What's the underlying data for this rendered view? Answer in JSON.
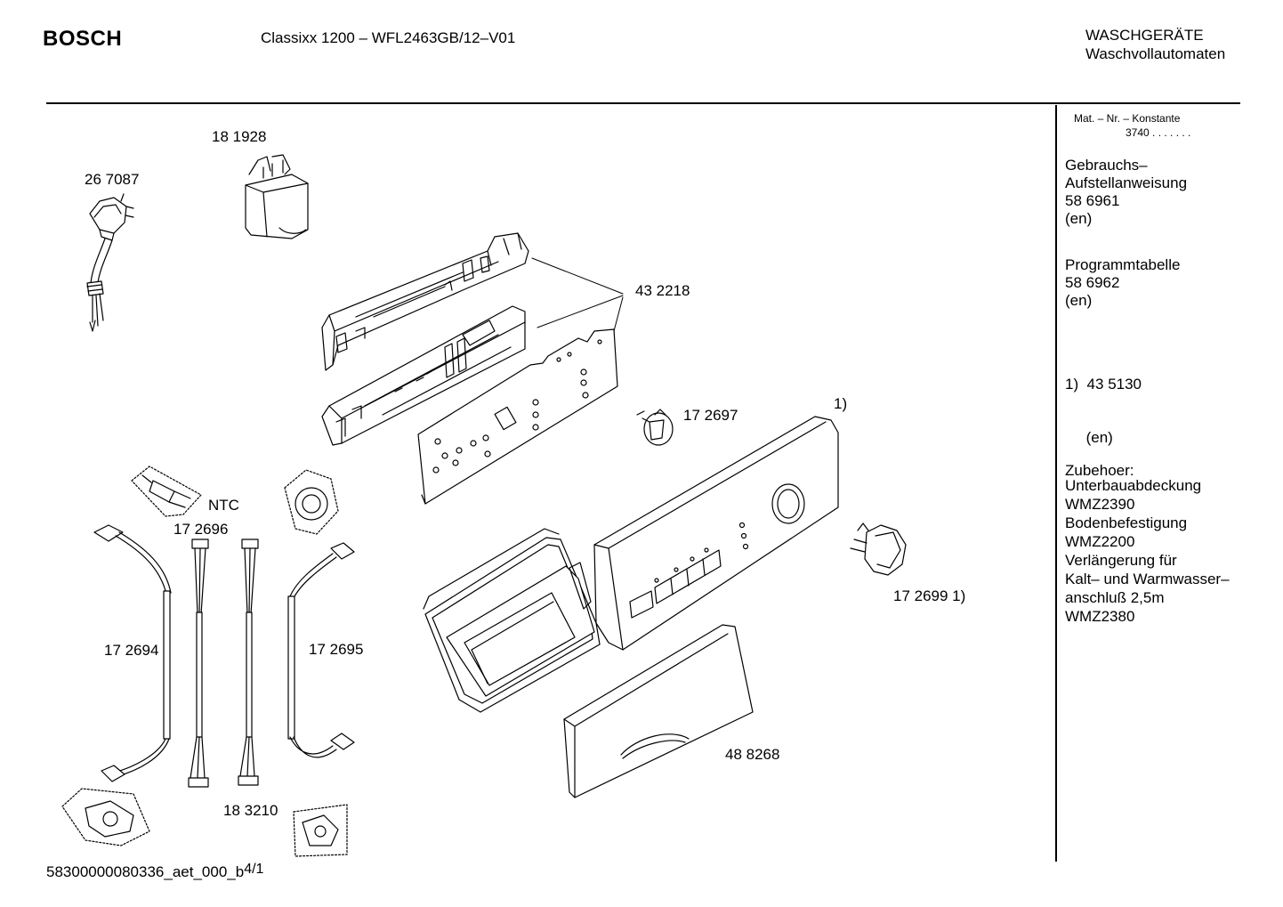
{
  "header": {
    "brand": "BOSCH",
    "model": "Classixx 1200 – WFL2463GB/12–V01",
    "category_line1": "WASCHGERÄTE",
    "category_line2": "Waschvollautomaten"
  },
  "sidebar": {
    "mat_label": "Mat. – Nr. – Konstante",
    "mat_value": "3740 . . . . . . .",
    "blocks": [
      {
        "lines": [
          "Gebrauchs–",
          "Aufstellanweisung",
          "58 6961",
          "(en)"
        ]
      },
      {
        "lines": [
          "Programmtabelle",
          "58 6962",
          "(en)"
        ]
      },
      {
        "lines": [
          "1)  43 5130",
          "     (en)"
        ]
      },
      {
        "lines": [
          "Zubehoer:",
          "Unterbauabdeckung",
          "WMZ2390",
          "Bodenbefestigung",
          "WMZ2200",
          "Verlängerung für",
          "Kalt– und Warmwasser–",
          "anschluß 2,5m",
          "WMZ2380"
        ]
      }
    ]
  },
  "parts": {
    "p181928": "18 1928",
    "p267087": "26 7087",
    "p432218": "43 2218",
    "p172697": "17 2697",
    "note1": "1)",
    "ntc": "NTC",
    "p172696": "17 2696",
    "p172694": "17 2694",
    "p172695": "17 2695",
    "p172699": "17 2699 1)",
    "p488268": "48 8268",
    "p183210": "18 3210"
  },
  "footer": {
    "doc_id": "58300000080336_aet_000_b",
    "page": "4/1"
  }
}
